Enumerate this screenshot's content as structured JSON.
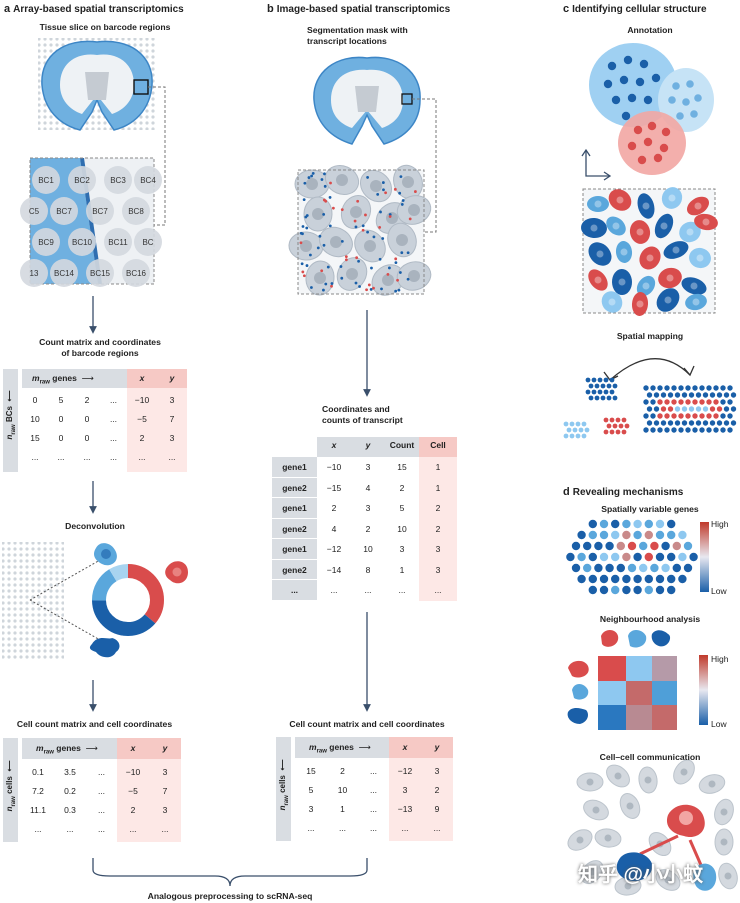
{
  "panel_a": {
    "letter": "a",
    "title": "Array-based spatial transcriptomics",
    "step1": "Tissue slice on barcode regions",
    "barcodes": [
      "BC1",
      "BC2",
      "BC3",
      "BC4",
      "C5",
      "BC7",
      "BC7",
      "BC8",
      "BC9",
      "BC10",
      "BC11",
      "BC",
      "13",
      "BC14",
      "BC15",
      "BC16"
    ],
    "step2_line1": "Count matrix and coordinates",
    "step2_line2": "of barcode regions",
    "matrix_header": {
      "m": "m",
      "sub": "raw",
      "genes": "genes",
      "x": "x",
      "y": "y"
    },
    "row_axis": {
      "n": "n",
      "sub": "raw",
      "label": "BCs"
    },
    "matrix_rows": [
      [
        "0",
        "5",
        "2",
        "...",
        "−10",
        "3"
      ],
      [
        "10",
        "0",
        "0",
        "...",
        "−5",
        "7"
      ],
      [
        "15",
        "0",
        "0",
        "...",
        "2",
        "3"
      ],
      [
        "...",
        "...",
        "...",
        "...",
        "...",
        "..."
      ]
    ],
    "step3": "Deconvolution",
    "step4": "Cell count matrix and cell coordinates",
    "cell_axis": {
      "n": "n",
      "sub": "raw",
      "label": "cells"
    },
    "cell_rows": [
      [
        "0.1",
        "3.5",
        "...",
        "−10",
        "3"
      ],
      [
        "7.2",
        "0.2",
        "...",
        "−5",
        "7"
      ],
      [
        "11.1",
        "0.3",
        "...",
        "2",
        "3"
      ],
      [
        "...",
        "...",
        "...",
        "...",
        "..."
      ]
    ]
  },
  "panel_b": {
    "letter": "b",
    "title": "Image-based spatial transcriptomics",
    "step1_line1": "Segmentation mask with",
    "step1_line2": "transcript locations",
    "step2_line1": "Coordinates and",
    "step2_line2": "counts of transcript",
    "coord_header": [
      "x",
      "y",
      "Count",
      "Cell"
    ],
    "coord_rows": [
      [
        "gene1",
        "−10",
        "3",
        "15",
        "1"
      ],
      [
        "gene2",
        "−15",
        "4",
        "2",
        "1"
      ],
      [
        "gene1",
        "2",
        "3",
        "5",
        "2"
      ],
      [
        "gene2",
        "4",
        "2",
        "10",
        "2"
      ],
      [
        "gene1",
        "−12",
        "10",
        "3",
        "3"
      ],
      [
        "gene2",
        "−14",
        "8",
        "1",
        "3"
      ],
      [
        "...",
        "...",
        "...",
        "...",
        "..."
      ]
    ],
    "step3": "Cell count matrix and cell coordinates",
    "cell_rows": [
      [
        "15",
        "2",
        "...",
        "−12",
        "3"
      ],
      [
        "5",
        "10",
        "...",
        "3",
        "2"
      ],
      [
        "3",
        "1",
        "...",
        "−13",
        "9"
      ],
      [
        "...",
        "...",
        "...",
        "...",
        "..."
      ]
    ]
  },
  "panel_c": {
    "letter": "c",
    "title": "Identifying cellular structure",
    "annotation": "Annotation",
    "spatial_mapping": "Spatial mapping"
  },
  "panel_d": {
    "letter": "d",
    "title": "Revealing mechanisms",
    "svg_title": "Spatially variable genes",
    "high": "High",
    "low": "Low",
    "neigh_title": "Neighbourhood analysis",
    "ccc_title": "Cell–cell communication"
  },
  "footer": "Analogous preprocessing to scRNA-seq",
  "watermark": "知乎 @小小蚊",
  "colors": {
    "dark_blue": "#1a5fa8",
    "mid_blue": "#5aa7dc",
    "light_blue": "#a8d4f0",
    "red": "#d94c4c",
    "light_red": "#f2a6a3",
    "grey": "#d9dde2",
    "arrow": "#3a4f6b"
  }
}
